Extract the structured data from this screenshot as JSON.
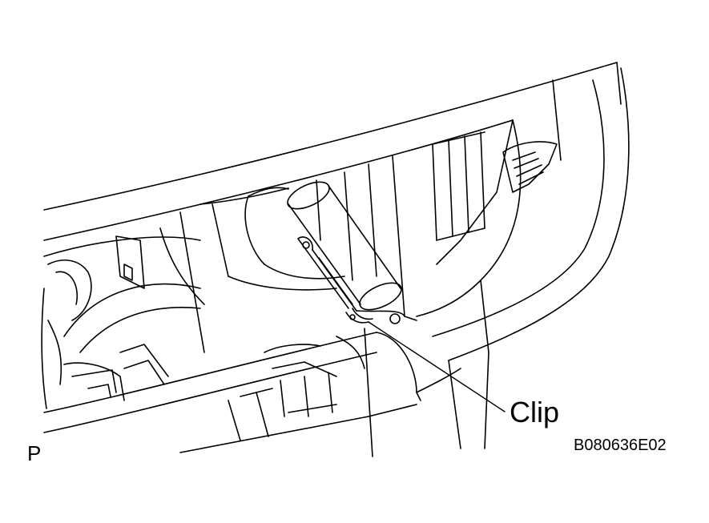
{
  "figure": {
    "callout_label": "Clip",
    "view_marker": "P",
    "figure_code": "B080636E02",
    "line_color": "#000000",
    "background": "#ffffff"
  }
}
